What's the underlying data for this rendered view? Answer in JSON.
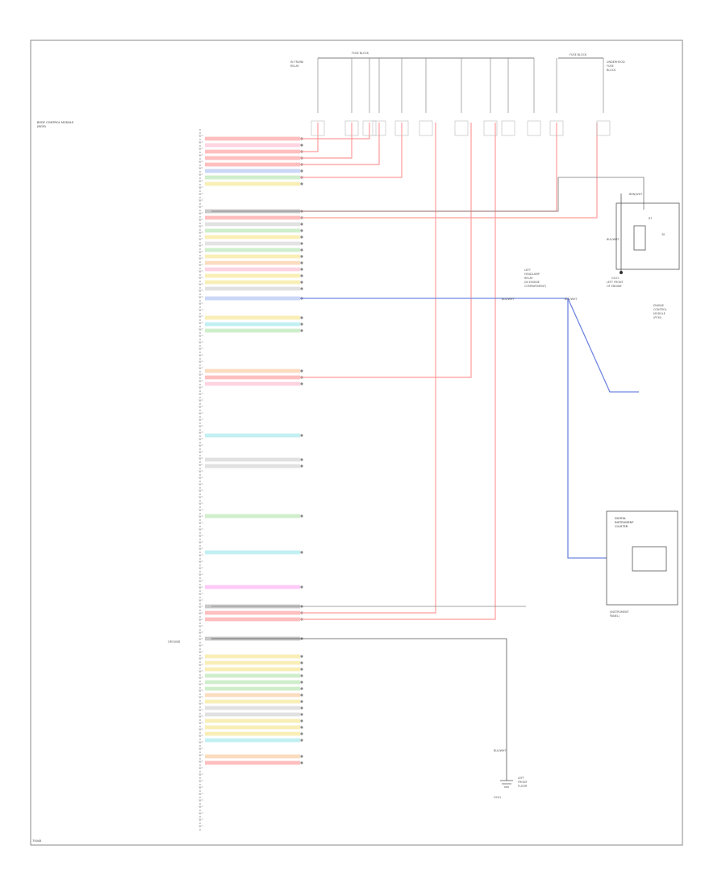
{
  "diagram_id": "75045",
  "bcm_header": [
    "BODY CONTROL MODULE",
    "(BCM)"
  ],
  "bottom_label": "GROUND",
  "top_labels": {
    "fuse_block_left": "FUSE BLOCK",
    "fuse_block_right": "FUSE BLOCK",
    "fuse_box_left": [
      "IN TRUNK",
      "RELAY"
    ],
    "fuse_box_right": [
      "UNDERHOOD",
      "FUSE",
      "BLOCK"
    ]
  },
  "right_components": {
    "relay": [
      "LEFT",
      "HEADLAMP",
      "RELAY",
      "(IN ENGINE",
      "COMPARTMENT)"
    ],
    "relay_terminals": [
      "BRN/WHT",
      "BLK/WHT",
      "87",
      "30"
    ],
    "ground_label": [
      "G101",
      "LEFT FRONT",
      "OF ENGINE"
    ],
    "sensor": [
      "ENGINE",
      "CONTROL",
      "MODULE",
      "(PCM)"
    ],
    "cluster": [
      "DIGITAL",
      "INSTRUMENT",
      "CLUSTER"
    ],
    "cluster_note": [
      "(INSTRUMENT",
      "PANEL)"
    ],
    "splice_left": "BLK/WHT",
    "splice_right": "BLK/WHT",
    "lower_ground": [
      "BLK/WHT",
      "G201",
      "LEFT",
      "FRONT",
      "FLOOR"
    ]
  },
  "legend_color": "#e6e6e6"
}
